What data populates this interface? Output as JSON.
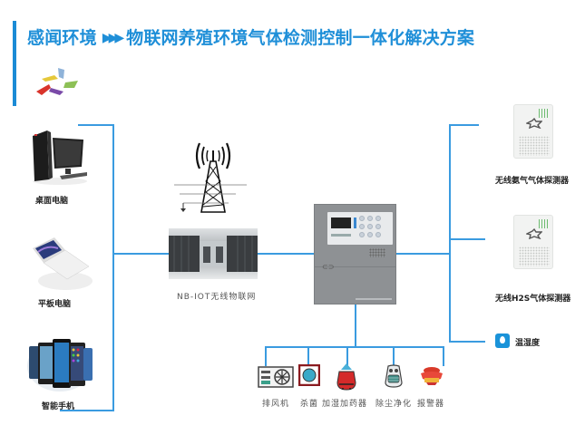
{
  "header": {
    "brand": "感闻环境",
    "separator_icon": "triple-chevron-right-icon",
    "title": "物联网养殖环境气体检测控制一体化解决方案",
    "logo": "pinwheel-logo"
  },
  "colors": {
    "accent": "#1f8fd8",
    "connector": "#3a9be0",
    "controller_body": "#8e9194"
  },
  "clients": [
    {
      "label": "桌面电脑",
      "icon": "desktop-computer-icon"
    },
    {
      "label": "平板电脑",
      "icon": "laptop-tablet-icon"
    },
    {
      "label": "智能手机",
      "icon": "smartphones-icon"
    }
  ],
  "network": {
    "tower_icon": "radio-tower-icon",
    "server_icon": "server-room-icon",
    "label": "NB-IOT无线物联网"
  },
  "controller": {
    "icon": "gas-control-panel-icon"
  },
  "sensors": [
    {
      "label": "无线氨气气体探测器",
      "icon": "gas-detector-icon"
    },
    {
      "label": "无线H2S气体探测器",
      "icon": "gas-detector-icon"
    },
    {
      "label": "温湿度",
      "icon": "water-drop-icon"
    }
  ],
  "actuators": [
    {
      "label": "排风机",
      "icon": "exhaust-fan-icon"
    },
    {
      "label": "杀菌",
      "icon": "sterilizer-icon"
    },
    {
      "label": "加湿加药器",
      "icon": "humidifier-dosing-icon"
    },
    {
      "label": "除尘净化",
      "icon": "dust-purifier-icon"
    },
    {
      "label": "报警器",
      "icon": "alarm-siren-icon"
    }
  ]
}
